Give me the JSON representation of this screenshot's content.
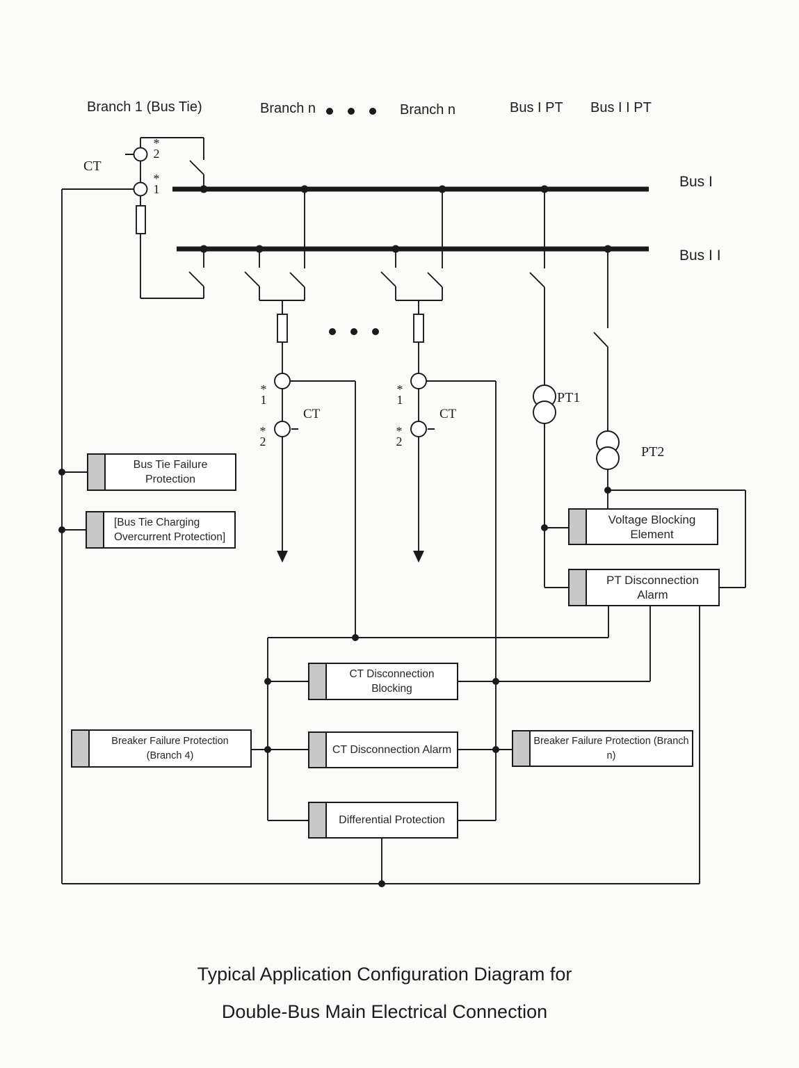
{
  "header": {
    "branch1_label": "Branch 1 (Bus Tie)",
    "branch_n_left": "Branch n",
    "branch_n_right": "Branch n",
    "bus1_pt_label": "Bus I PT",
    "bus2_pt_label": "Bus I I PT"
  },
  "buses": {
    "bus1_label": "Bus I",
    "bus2_label": "Bus I I"
  },
  "symbols": {
    "ct_bustie": "CT",
    "ct_branch1": "CT",
    "ct_branch2": "CT",
    "pt1": "PT1",
    "pt2": "PT2",
    "star": "*",
    "tap1": "1",
    "tap2": "2"
  },
  "boxes": {
    "bus_tie_failure": "Bus Tie Failure Protection",
    "bus_tie_charging_line1": "[Bus Tie Charging",
    "bus_tie_charging_line2": "Overcurrent Protection]",
    "voltage_blocking": "Voltage Blocking Element",
    "pt_disconnection_alarm": "PT Disconnection Alarm",
    "ct_disconnection_blocking": "CT Disconnection Blocking",
    "ct_disconnection_alarm": "CT Disconnection Alarm",
    "differential_protection": "Differential Protection",
    "breaker_failure_branch4": "Breaker Failure Protection (Branch 4)",
    "breaker_failure_branchn": "Breaker Failure Protection (Branch n)"
  },
  "title": {
    "line1": "Typical Application Configuration Diagram for",
    "line2": "Double-Bus Main Electrical Connection"
  },
  "colors": {
    "line": "#1a1a1a",
    "cap_gray": "#c8c8c8",
    "background": "#fbfbfa"
  }
}
